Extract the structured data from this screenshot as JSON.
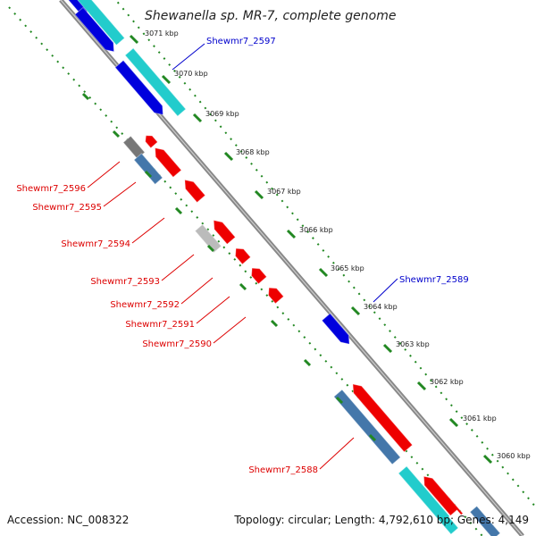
{
  "header": {
    "title": "Shewanella sp. MR-7, complete genome"
  },
  "footer": {
    "accession": "Accession: NC_008322",
    "summary": "Topology: circular; Length: 4,792,610 bp; Genes: 4,149"
  },
  "scale_ticks": [
    "3071 kbp",
    "3070 kbp",
    "3069 kbp",
    "3068 kbp",
    "3067 kbp",
    "3066 kbp",
    "3065 kbp",
    "3064 kbp",
    "3063 kbp",
    "3062 kbp",
    "3061 kbp",
    "3060 kbp"
  ],
  "genes": [
    {
      "name": "Shewmr7_2597",
      "color": "#0000cc"
    },
    {
      "name": "Shewmr7_2596",
      "color": "#dd0000"
    },
    {
      "name": "Shewmr7_2595",
      "color": "#dd0000"
    },
    {
      "name": "Shewmr7_2594",
      "color": "#dd0000"
    },
    {
      "name": "Shewmr7_2593",
      "color": "#dd0000"
    },
    {
      "name": "Shewmr7_2592",
      "color": "#dd0000"
    },
    {
      "name": "Shewmr7_2591",
      "color": "#dd0000"
    },
    {
      "name": "Shewmr7_2590",
      "color": "#dd0000"
    },
    {
      "name": "Shewmr7_2589",
      "color": "#0000cc"
    },
    {
      "name": "Shewmr7_2588",
      "color": "#dd0000"
    }
  ],
  "colors": {
    "backbone": "#888888",
    "scale_dots": "#228822",
    "forward_cds": "#0000dd",
    "reverse_cds": "#ee0000",
    "rna": "#22cccc",
    "other": "#4477aa",
    "pseudo": "#bbbbbb"
  }
}
